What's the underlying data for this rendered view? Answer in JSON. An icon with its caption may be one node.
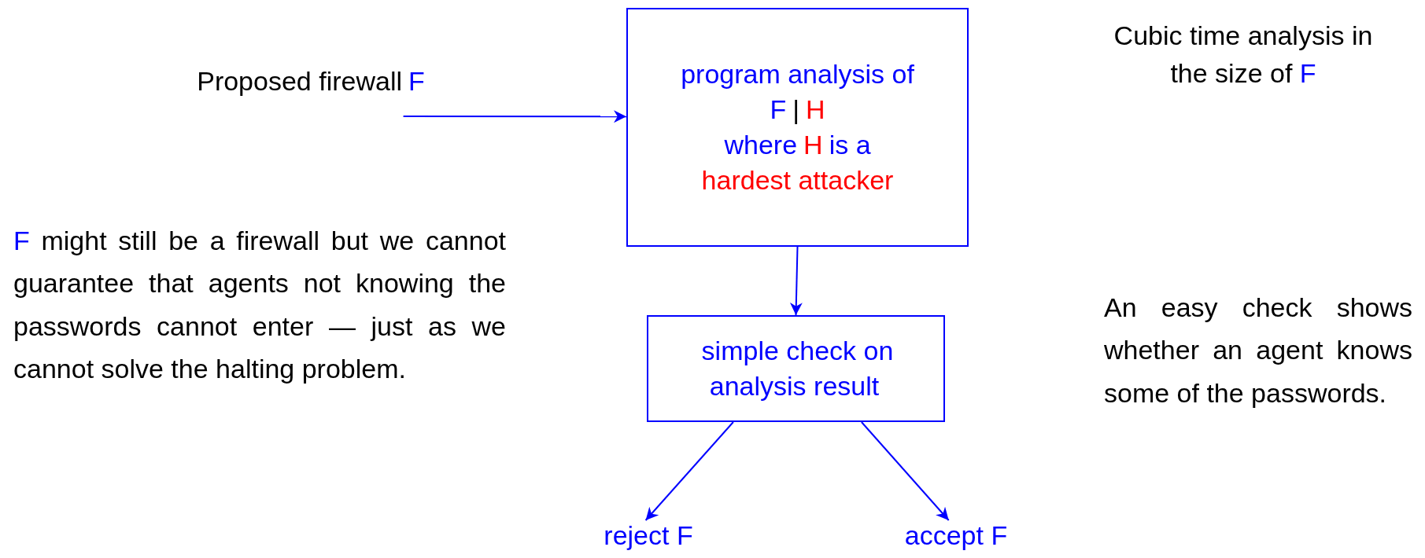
{
  "diagram": {
    "nodes": [
      {
        "text": [
          "Proposed firewall",
          "F"
        ]
      },
      {
        "text": [
          "program analysis of",
          "F",
          "|",
          "H",
          "where",
          "H",
          "is a",
          "hardest attacker"
        ]
      },
      {
        "text": [
          "simple check on analysis result"
        ]
      },
      {
        "text": [
          "reject F"
        ]
      },
      {
        "text": [
          "accept F"
        ]
      }
    ],
    "edges": [
      {
        "from": 0,
        "to": 1,
        "arrow": "to"
      },
      {
        "from": 1,
        "to": 2,
        "arrow": "to"
      },
      {
        "from": 2,
        "to": 3,
        "arrow": "to"
      },
      {
        "from": 2,
        "to": 4,
        "arrow": "to"
      }
    ],
    "labels": [
      "Cubic time analysis in the size of",
      "F",
      "F",
      "might still be a firewall but we cannot guarantee that agents not knowing the passwords cannot enter — just as we cannot solve the halting problem.",
      "An easy check shows whether an agent knows some of the passwords."
    ]
  }
}
